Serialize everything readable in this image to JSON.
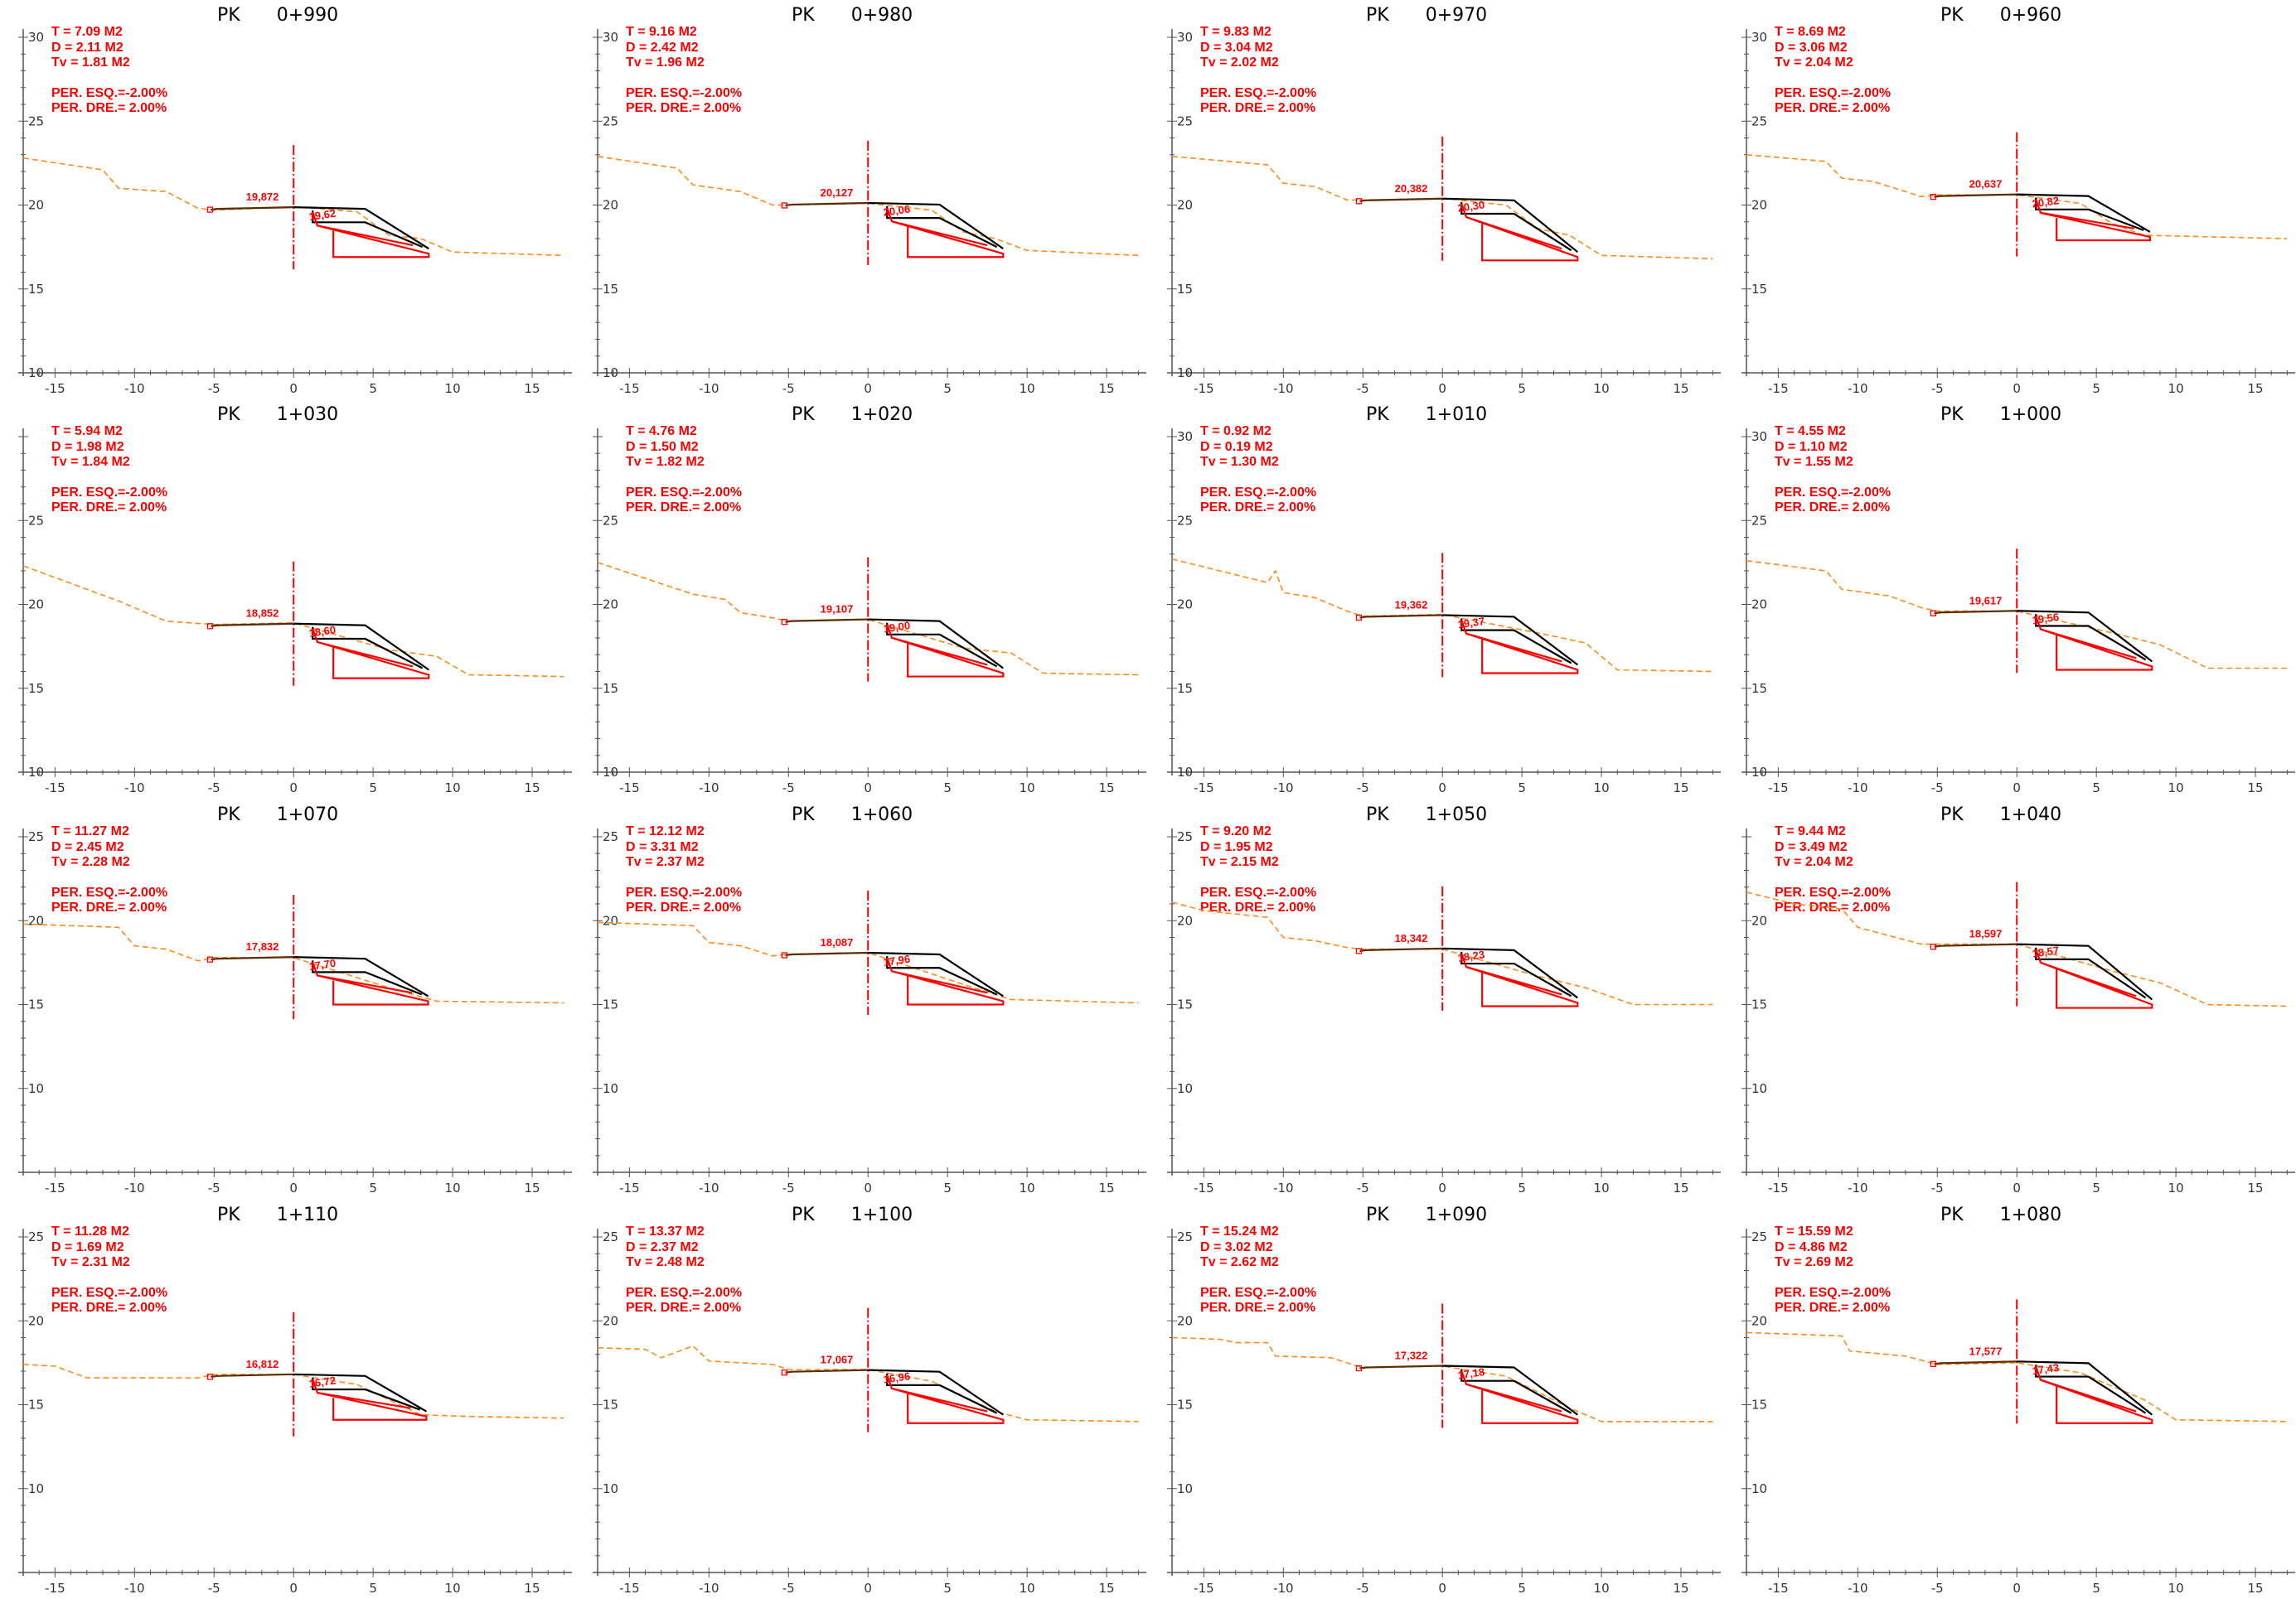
{
  "labels": {
    "pk": "PK",
    "per_esq": "PER. ESQ.=-2.00%",
    "per_dre": "PER. DRE.= 2.00%"
  },
  "colors": {
    "design": "#ff0000",
    "terrain": "#ff8c1a",
    "platform": "#000000",
    "axis": "#555555"
  },
  "sections": [
    {
      "pk": "0+990",
      "T": "T = 7.09 M2",
      "D": "D = 2.11 M2",
      "Tv": "Tv = 1.81 M2",
      "axis_elev": "19,872",
      "rp_elev": "19,62",
      "ymin": 10,
      "ymax": 30,
      "yticks": [
        10,
        15,
        20,
        25,
        30
      ],
      "z": 19.872,
      "ground": [
        [
          -17,
          22.8
        ],
        [
          -12,
          22.1
        ],
        [
          -11,
          21
        ],
        [
          -8,
          20.8
        ],
        [
          -6,
          19.8
        ],
        [
          -5,
          19.7
        ],
        [
          0,
          19.9
        ],
        [
          4,
          19.6
        ],
        [
          6,
          18.2
        ],
        [
          8,
          18
        ],
        [
          10,
          17.2
        ],
        [
          17,
          17
        ]
      ]
    },
    {
      "pk": "1+030",
      "T": "T = 5.94 M2",
      "D": "D = 1.98 M2",
      "Tv": "Tv = 1.84 M2",
      "axis_elev": "18,852",
      "rp_elev": "18,60",
      "ymin": 10,
      "ymax": 30,
      "yticks": [
        10,
        15,
        20,
        25
      ],
      "z": 18.852,
      "ground": [
        [
          -17,
          22.3
        ],
        [
          -11,
          20.2
        ],
        [
          -8,
          19
        ],
        [
          -5,
          18.8
        ],
        [
          0,
          18.9
        ],
        [
          6,
          17.3
        ],
        [
          9,
          16.9
        ],
        [
          11,
          15.8
        ],
        [
          17,
          15.7
        ]
      ]
    },
    {
      "pk": "1+070",
      "T": "T = 11.27 M2",
      "D": "D = 2.45 M2",
      "Tv": "Tv = 2.28 M2",
      "axis_elev": "17,832",
      "rp_elev": "17,70",
      "ymin": 5,
      "ymax": 25,
      "yticks": [
        10,
        15,
        20,
        25
      ],
      "z": 17.832,
      "ground": [
        [
          -17,
          19.8
        ],
        [
          -11,
          19.6
        ],
        [
          -10,
          18.5
        ],
        [
          -8,
          18.3
        ],
        [
          -6,
          17.6
        ],
        [
          -5,
          17.8
        ],
        [
          0,
          17.8
        ],
        [
          6,
          16
        ],
        [
          9,
          15.2
        ],
        [
          17,
          15.1
        ]
      ]
    },
    {
      "pk": "1+110",
      "T": "T = 11.28 M2",
      "D": "D = 1.69 M2",
      "Tv": "Tv = 2.31 M2",
      "axis_elev": "16,812",
      "rp_elev": "16,72",
      "ymin": 5,
      "ymax": 25,
      "yticks": [
        10,
        15,
        20,
        25
      ],
      "z": 16.812,
      "ground": [
        [
          -17,
          17.4
        ],
        [
          -15,
          17.3
        ],
        [
          -13,
          16.6
        ],
        [
          -6,
          16.6
        ],
        [
          -5,
          16.8
        ],
        [
          0,
          16.8
        ],
        [
          4,
          16.2
        ],
        [
          8,
          14.4
        ],
        [
          11,
          14.3
        ],
        [
          17,
          14.2
        ]
      ]
    },
    {
      "pk": "0+980",
      "T": "T = 9.16 M2",
      "D": "D = 2.42 M2",
      "Tv": "Tv = 1.96 M2",
      "axis_elev": "20,127",
      "rp_elev": "20,06",
      "ymin": 10,
      "ymax": 30,
      "yticks": [
        10,
        15,
        20,
        25,
        30
      ],
      "z": 20.127,
      "ground": [
        [
          -17,
          22.9
        ],
        [
          -12,
          22.2
        ],
        [
          -11,
          21.2
        ],
        [
          -8,
          20.8
        ],
        [
          -6,
          20
        ],
        [
          -5,
          20
        ],
        [
          0,
          20.1
        ],
        [
          4,
          19.7
        ],
        [
          6,
          18.4
        ],
        [
          8,
          18
        ],
        [
          10,
          17.3
        ],
        [
          17,
          17
        ]
      ]
    },
    {
      "pk": "1+020",
      "T": "T = 4.76 M2",
      "D": "D = 1.50 M2",
      "Tv": "Tv = 1.82 M2",
      "axis_elev": "19,107",
      "rp_elev": "19,00",
      "ymin": 10,
      "ymax": 30,
      "yticks": [
        10,
        15,
        20,
        25
      ],
      "z": 19.107,
      "ground": [
        [
          -17,
          22.5
        ],
        [
          -11,
          20.6
        ],
        [
          -9,
          20.3
        ],
        [
          -8,
          19.5
        ],
        [
          -6,
          19.2
        ],
        [
          -5,
          19
        ],
        [
          0,
          19.1
        ],
        [
          6,
          17.4
        ],
        [
          9,
          17.1
        ],
        [
          11,
          15.9
        ],
        [
          17,
          15.8
        ]
      ]
    },
    {
      "pk": "1+060",
      "T": "T = 12.12 M2",
      "D": "D = 3.31 M2",
      "Tv": "Tv = 2.37 M2",
      "axis_elev": "18,087",
      "rp_elev": "17,96",
      "ymin": 5,
      "ymax": 25,
      "yticks": [
        10,
        15,
        20,
        25
      ],
      "z": 18.087,
      "ground": [
        [
          -17,
          19.9
        ],
        [
          -11,
          19.7
        ],
        [
          -10,
          18.7
        ],
        [
          -8,
          18.5
        ],
        [
          -6,
          17.9
        ],
        [
          -5,
          18
        ],
        [
          0,
          18.1
        ],
        [
          6,
          16.2
        ],
        [
          9,
          15.3
        ],
        [
          17,
          15.1
        ]
      ]
    },
    {
      "pk": "1+100",
      "T": "T = 13.37 M2",
      "D": "D = 2.37 M2",
      "Tv": "Tv = 2.48 M2",
      "axis_elev": "17,067",
      "rp_elev": "16,96",
      "ymin": 5,
      "ymax": 25,
      "yticks": [
        10,
        15,
        20,
        25
      ],
      "z": 17.067,
      "ground": [
        [
          -17,
          18.4
        ],
        [
          -14,
          18.3
        ],
        [
          -13,
          17.8
        ],
        [
          -11,
          18.5
        ],
        [
          -10,
          17.6
        ],
        [
          -6,
          17.4
        ],
        [
          -5,
          17.1
        ],
        [
          0,
          17.1
        ],
        [
          4,
          16.4
        ],
        [
          8,
          14.6
        ],
        [
          10,
          14.1
        ],
        [
          17,
          14
        ]
      ]
    },
    {
      "pk": "0+970",
      "T": "T = 9.83 M2",
      "D": "D = 3.04 M2",
      "Tv": "Tv = 2.02 M2",
      "axis_elev": "20,382",
      "rp_elev": "20,30",
      "ymin": 10,
      "ymax": 30,
      "yticks": [
        10,
        15,
        20,
        25,
        30
      ],
      "z": 20.382,
      "ground": [
        [
          -17,
          22.9
        ],
        [
          -11,
          22.4
        ],
        [
          -10,
          21.3
        ],
        [
          -8,
          21.1
        ],
        [
          -6,
          20.3
        ],
        [
          -5,
          20.3
        ],
        [
          0,
          20.4
        ],
        [
          4,
          20
        ],
        [
          6,
          18.6
        ],
        [
          8,
          18.2
        ],
        [
          10,
          17
        ],
        [
          17,
          16.8
        ]
      ]
    },
    {
      "pk": "1+010",
      "T": "T = 0.92 M2",
      "D": "D = 0.19 M2",
      "Tv": "Tv = 1.30 M2",
      "axis_elev": "19,362",
      "rp_elev": "19,37",
      "ymin": 10,
      "ymax": 30,
      "yticks": [
        10,
        15,
        20,
        25,
        30
      ],
      "z": 19.362,
      "ground": [
        [
          -17,
          22.7
        ],
        [
          -11,
          21.3
        ],
        [
          -10.5,
          22
        ],
        [
          -10,
          20.7
        ],
        [
          -8,
          20.4
        ],
        [
          -6,
          19.6
        ],
        [
          -5,
          19.3
        ],
        [
          0,
          19.4
        ],
        [
          6,
          18.3
        ],
        [
          9,
          17.7
        ],
        [
          11,
          16.1
        ],
        [
          17,
          16
        ]
      ]
    },
    {
      "pk": "1+050",
      "T": "T = 9.20 M2",
      "D": "D = 1.95 M2",
      "Tv": "Tv = 2.15 M2",
      "axis_elev": "18,342",
      "rp_elev": "18,23",
      "ymin": 5,
      "ymax": 25,
      "yticks": [
        10,
        15,
        20,
        25
      ],
      "z": 18.342,
      "ground": [
        [
          -17,
          21.1
        ],
        [
          -15,
          20.6
        ],
        [
          -11,
          20.2
        ],
        [
          -10,
          19
        ],
        [
          -8,
          18.8
        ],
        [
          -6,
          18.4
        ],
        [
          -5,
          18.3
        ],
        [
          0,
          18.3
        ],
        [
          6,
          16.7
        ],
        [
          9,
          16
        ],
        [
          12,
          15
        ],
        [
          17,
          15
        ]
      ]
    },
    {
      "pk": "1+090",
      "T": "T = 15.24 M2",
      "D": "D = 3.02 M2",
      "Tv": "Tv = 2.62 M2",
      "axis_elev": "17,322",
      "rp_elev": "17,18",
      "ymin": 5,
      "ymax": 25,
      "yticks": [
        10,
        15,
        20,
        25
      ],
      "z": 17.322,
      "ground": [
        [
          -17,
          19
        ],
        [
          -14,
          18.9
        ],
        [
          -13,
          18.7
        ],
        [
          -11,
          18.7
        ],
        [
          -10.5,
          17.9
        ],
        [
          -7,
          17.8
        ],
        [
          -5,
          17.2
        ],
        [
          0,
          17.3
        ],
        [
          4,
          16.7
        ],
        [
          8,
          14.8
        ],
        [
          10,
          14
        ],
        [
          17,
          14
        ]
      ]
    },
    {
      "pk": "0+960",
      "T": "T = 8.69 M2",
      "D": "D = 3.06 M2",
      "Tv": "Tv = 2.04 M2",
      "axis_elev": "20,637",
      "rp_elev": "20,82",
      "ymin": 10,
      "ymax": 30,
      "yticks": [
        15,
        20,
        25,
        30
      ],
      "z": 20.637,
      "ground": [
        [
          -17,
          23
        ],
        [
          -12,
          22.6
        ],
        [
          -11,
          21.6
        ],
        [
          -9,
          21.4
        ],
        [
          -6,
          20.5
        ],
        [
          -5,
          20.6
        ],
        [
          0,
          20.6
        ],
        [
          4,
          20.1
        ],
        [
          6,
          18.9
        ],
        [
          8,
          18.2
        ],
        [
          17,
          18
        ]
      ]
    },
    {
      "pk": "1+000",
      "T": "T = 4.55 M2",
      "D": "D = 1.10 M2",
      "Tv": "Tv = 1.55 M2",
      "axis_elev": "19,617",
      "rp_elev": "19,56",
      "ymin": 10,
      "ymax": 30,
      "yticks": [
        10,
        15,
        20,
        25,
        30
      ],
      "z": 19.617,
      "ground": [
        [
          -17,
          22.6
        ],
        [
          -12,
          22
        ],
        [
          -11,
          20.9
        ],
        [
          -8,
          20.5
        ],
        [
          -6,
          19.8
        ],
        [
          -5,
          19.6
        ],
        [
          0,
          19.6
        ],
        [
          6,
          18.3
        ],
        [
          9,
          17.6
        ],
        [
          12,
          16.2
        ],
        [
          17,
          16.2
        ]
      ]
    },
    {
      "pk": "1+040",
      "T": "T = 9.44 M2",
      "D": "D = 3.49 M2",
      "Tv": "Tv = 2.04 M2",
      "axis_elev": "18,597",
      "rp_elev": "18,57",
      "ymin": 5,
      "ymax": 25,
      "yticks": [
        10,
        15,
        20
      ],
      "z": 18.597,
      "ground": [
        [
          -17,
          21.7
        ],
        [
          -14,
          21
        ],
        [
          -11,
          20.7
        ],
        [
          -10,
          19.6
        ],
        [
          -8,
          19.1
        ],
        [
          -6,
          18.6
        ],
        [
          -5,
          18.6
        ],
        [
          0,
          18.6
        ],
        [
          6,
          17
        ],
        [
          9,
          16.3
        ],
        [
          12,
          15
        ],
        [
          17,
          14.9
        ]
      ]
    },
    {
      "pk": "1+080",
      "T": "T = 15.59 M2",
      "D": "D = 4.86 M2",
      "Tv": "Tv = 2.69 M2",
      "axis_elev": "17,577",
      "rp_elev": "17,43",
      "ymin": 5,
      "ymax": 25,
      "yticks": [
        10,
        15,
        20,
        25
      ],
      "z": 17.577,
      "ground": [
        [
          -17,
          19.3
        ],
        [
          -14,
          19.2
        ],
        [
          -11,
          19.1
        ],
        [
          -10.5,
          18.2
        ],
        [
          -7,
          17.9
        ],
        [
          -5,
          17.4
        ],
        [
          0,
          17.5
        ],
        [
          4,
          16.9
        ],
        [
          8,
          15.3
        ],
        [
          10,
          14.1
        ],
        [
          17,
          14
        ]
      ]
    }
  ],
  "x_ticks": [
    -15,
    -10,
    -5,
    0,
    5,
    10,
    15
  ]
}
